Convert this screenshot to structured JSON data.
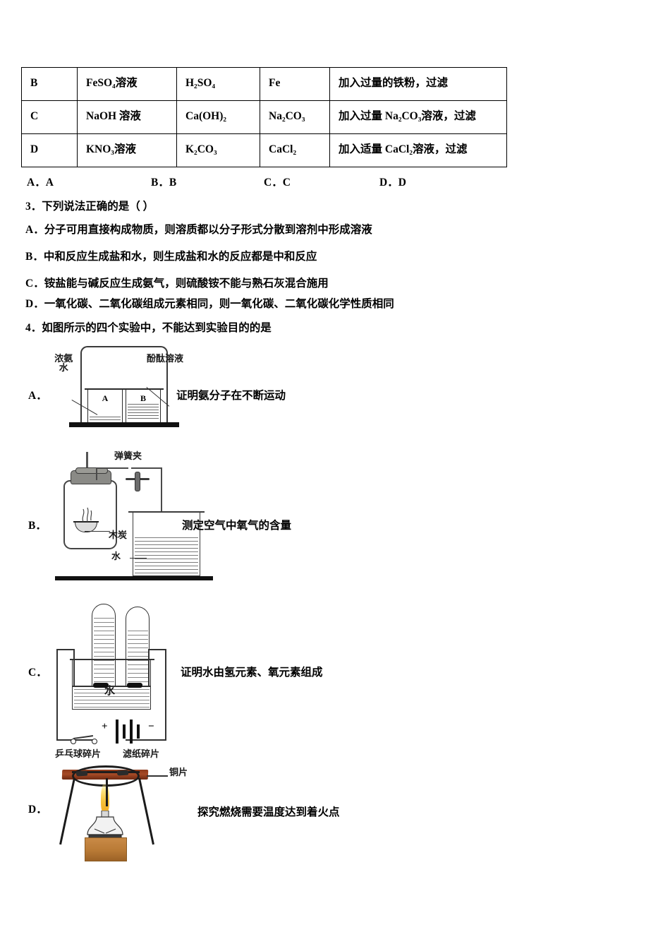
{
  "table": {
    "columns": [
      "option",
      "substance",
      "impurity",
      "reagent",
      "method"
    ],
    "rows": [
      {
        "option": "B",
        "substance_html": "FeSO₄溶液",
        "impurity_html": "H₂SO₄",
        "reagent_html": "Fe",
        "method_html": "加入过量的铁粉，过滤"
      },
      {
        "option": "C",
        "substance_html": "NaOH 溶液",
        "impurity_html": "Ca(OH)₂",
        "reagent_html": "Na₂CO₃",
        "method_html": "加入过量 Na₂CO₃溶液，过滤"
      },
      {
        "option": "D",
        "substance_html": "KNO₃溶液",
        "impurity_html": "K₂CO₃",
        "reagent_html": "CaCl₂",
        "method_html": "加入适量 CaCl₂溶液，过滤"
      }
    ]
  },
  "answer_row": {
    "a": "A．A",
    "b": "B．B",
    "c": "C．C",
    "d": "D．D"
  },
  "question3": {
    "stem": "3．下列说法正确的是（ ）",
    "options": [
      "A．分子可用直接构成物质，则溶质都以分子形式分散到溶剂中形成溶液",
      "B．中和反应生成盐和水，则生成盐和水的反应都是中和反应",
      "C．铵盐能与碱反应生成氨气，则硫酸铵不能与熟石灰混合施用",
      "D．一氧化碳、二氧化碳组成元素相同，则一氧化碳、二氧化碳化学性质相同"
    ]
  },
  "question4": {
    "stem": "4．如图所示的四个实验中，不能达到实验目的的是",
    "experiments": [
      {
        "label": "A．",
        "caption": "证明氨分子在不断运动",
        "figure_labels": {
          "left": "浓氨水",
          "right": "酚酞溶液",
          "beaker_a": "A",
          "beaker_b": "B"
        }
      },
      {
        "label": "B．",
        "caption": "测定空气中氧气的含量",
        "figure_labels": {
          "clip": "弹簧夹",
          "charcoal": "木炭",
          "water": "水"
        }
      },
      {
        "label": "C．",
        "caption": "证明水由氢元素、氧元素组成",
        "figure_labels": {
          "water": "水",
          "positive": "+",
          "negative": "−"
        }
      },
      {
        "label": "D．",
        "caption": "探究燃烧需要温度达到着火点",
        "figure_labels": {
          "pingpong": "乒乓球碎片",
          "filter_paper": "滤纸碎片",
          "copper": "铜片"
        }
      }
    ]
  },
  "colors": {
    "ink": "#000000",
    "paper": "#ffffff",
    "copper_plate": "#a64a26",
    "wood_block": "#b97a35",
    "flame": "#f7c33c",
    "stopper_gray": "#8a8a86"
  }
}
